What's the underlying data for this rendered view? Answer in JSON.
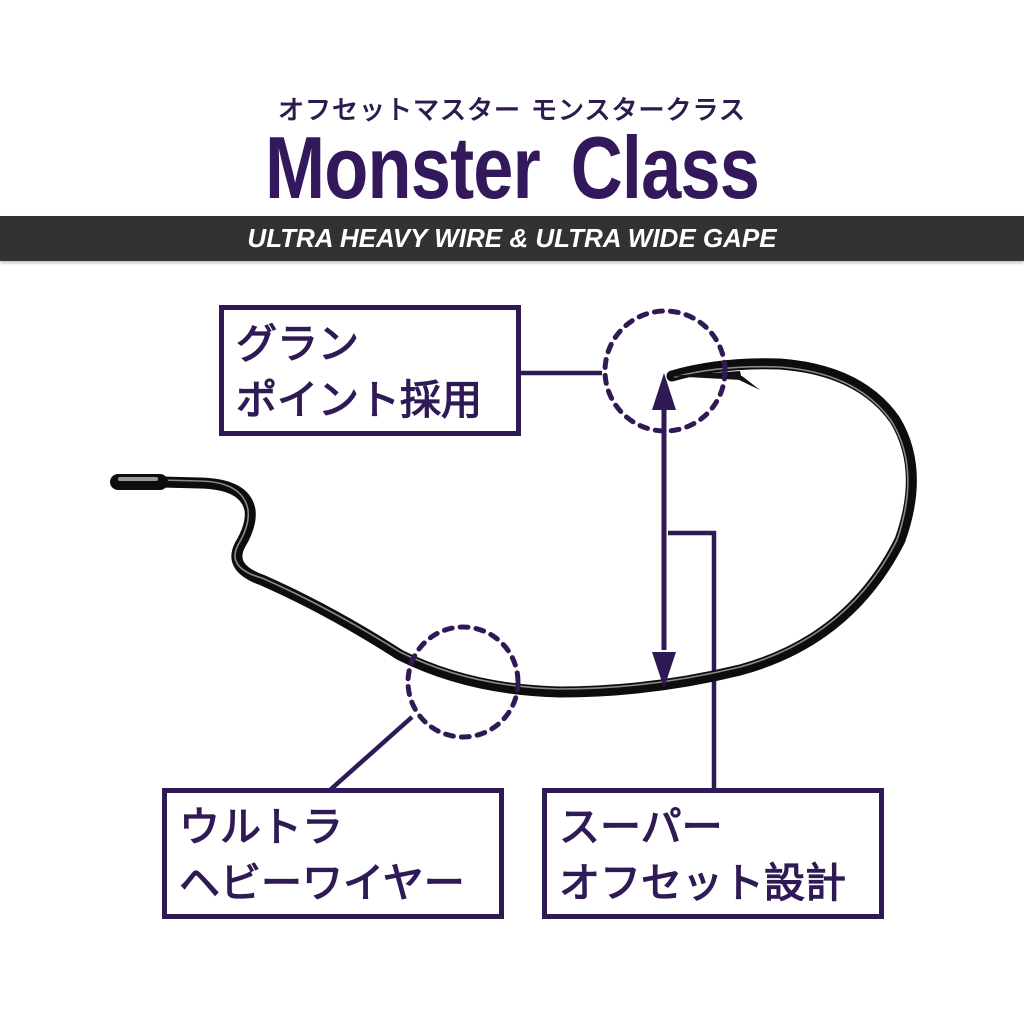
{
  "header": {
    "subtitle_jp": "オフセットマスター モンスタークラス",
    "title": "Monster Class",
    "banner": "ULTRA HEAVY WIRE & ULTRA WIDE GAPE"
  },
  "callouts": [
    {
      "id": "point",
      "line1": "グラン",
      "line2": "ポイント採用"
    },
    {
      "id": "wire",
      "line1": "ウルトラ",
      "line2": "ヘビーワイヤー"
    },
    {
      "id": "offset",
      "line1": "スーパー",
      "line2": "オフセット設計"
    }
  ],
  "colors": {
    "accent_purple": "#301a56",
    "title_purple": "#34185c",
    "banner_bg": "#323232",
    "banner_text": "#ffffff",
    "hook": "#111111"
  }
}
